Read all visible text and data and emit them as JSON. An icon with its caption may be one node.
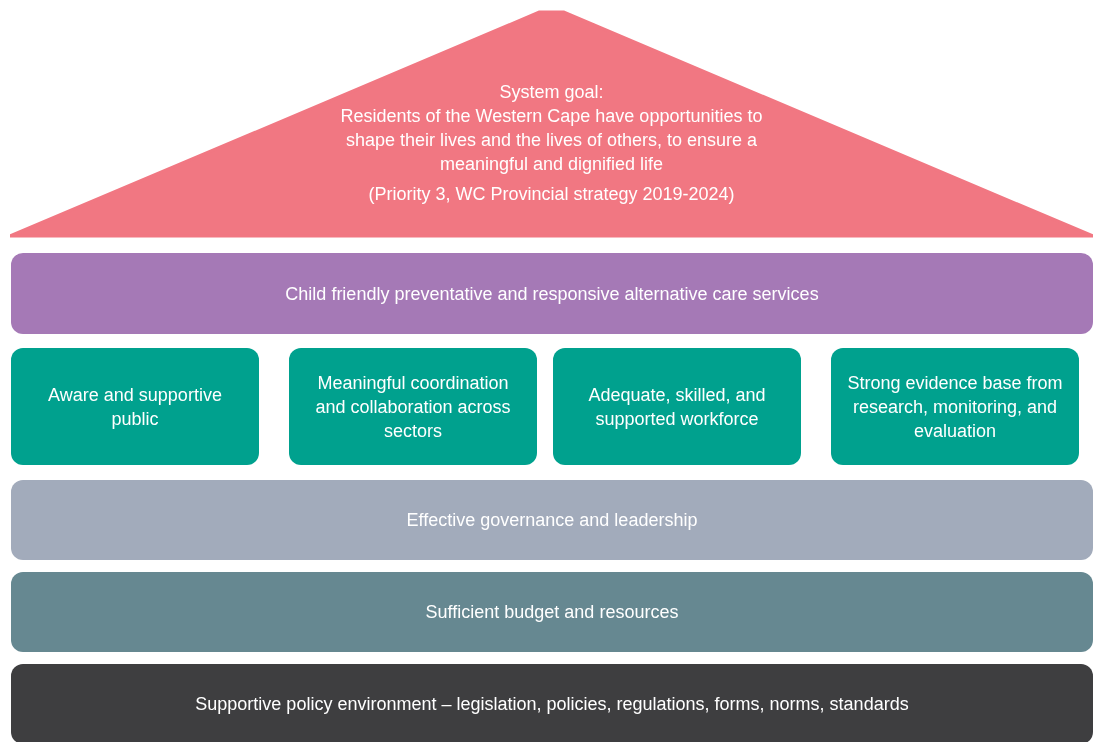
{
  "diagram": {
    "nodes": [
      {
        "text": [
          "System goal:",
          "Residents of the Western Cape have opportunities to shape their lives and the lives of others, to ensure a meaningful and dignified life",
          "(Priority 3, WC Provincial strategy 2019-2024)"
        ]
      },
      {
        "text": [
          "Child friendly preventative and responsive alternative care services"
        ]
      },
      {
        "text": [
          "Aware and supportive public"
        ]
      },
      {
        "text": [
          "Meaningful coordination and collaboration across sectors"
        ]
      },
      {
        "text": [
          "Adequate, skilled, and supported workforce"
        ]
      },
      {
        "text": [
          "Strong evidence base from research, monitoring, and evaluation"
        ]
      },
      {
        "text": [
          "Effective governance and leadership"
        ]
      },
      {
        "text": [
          "Sufficient budget and resources"
        ]
      },
      {
        "text": [
          "Supportive policy environment – legislation, policies, regulations, forms, norms, standards"
        ]
      }
    ]
  }
}
